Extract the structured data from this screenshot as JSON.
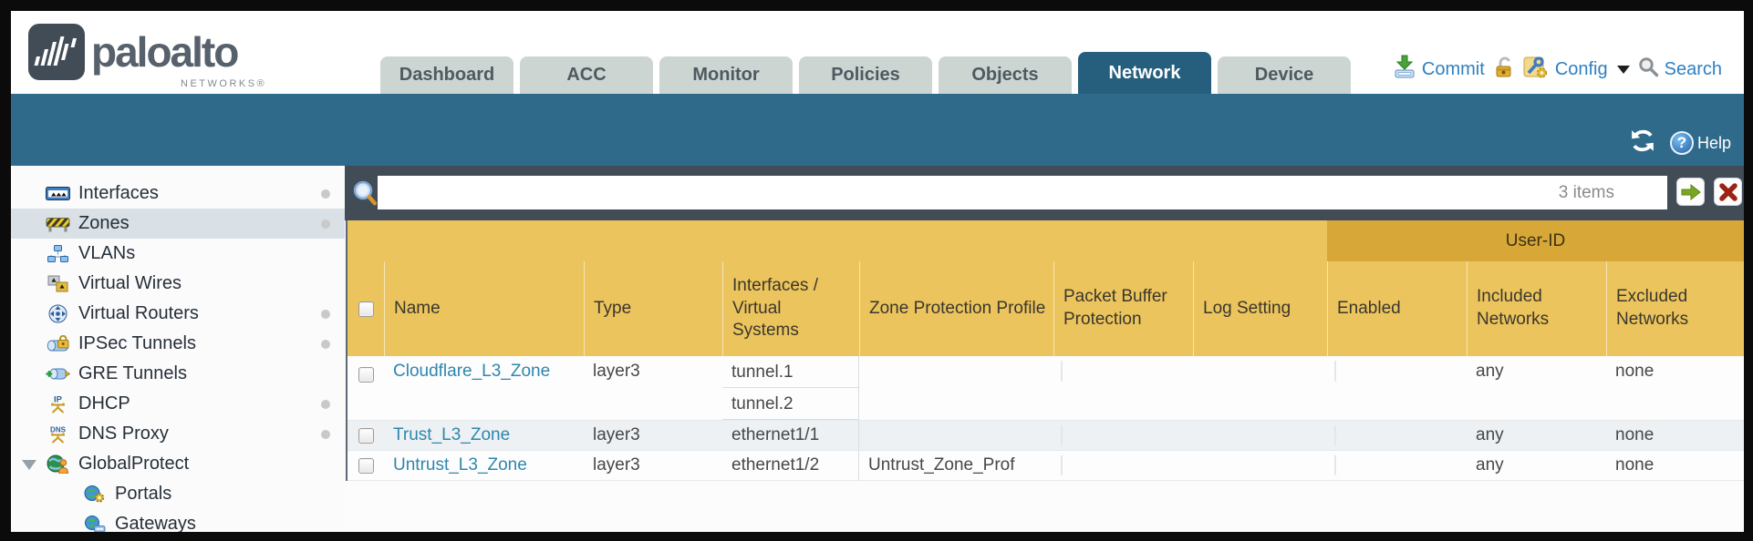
{
  "brand": {
    "name": "paloalto",
    "subtitle": "NETWORKS®"
  },
  "nav": {
    "active_tab": "Network",
    "tabs": [
      {
        "label": "Dashboard"
      },
      {
        "label": "ACC"
      },
      {
        "label": "Monitor"
      },
      {
        "label": "Policies"
      },
      {
        "label": "Objects"
      },
      {
        "label": "Network"
      },
      {
        "label": "Device"
      }
    ]
  },
  "toolbar": {
    "commit_label": "Commit",
    "config_label": "Config",
    "search_label": "Search"
  },
  "banner": {
    "help_label": "Help",
    "help_glyph": "?"
  },
  "sidebar": {
    "items": [
      {
        "label": "Interfaces",
        "icon": "interfaces-icon",
        "has_status_dot": true
      },
      {
        "label": "Zones",
        "icon": "zones-icon",
        "has_status_dot": true,
        "selected": true
      },
      {
        "label": "VLANs",
        "icon": "vlans-icon",
        "has_status_dot": false
      },
      {
        "label": "Virtual Wires",
        "icon": "virtual-wires-icon",
        "has_status_dot": false
      },
      {
        "label": "Virtual Routers",
        "icon": "virtual-routers-icon",
        "has_status_dot": true
      },
      {
        "label": "IPSec Tunnels",
        "icon": "ipsec-tunnels-icon",
        "has_status_dot": true
      },
      {
        "label": "GRE Tunnels",
        "icon": "gre-tunnels-icon",
        "has_status_dot": false
      },
      {
        "label": "DHCP",
        "icon": "dhcp-icon",
        "has_status_dot": true
      },
      {
        "label": "DNS Proxy",
        "icon": "dns-proxy-icon",
        "has_status_dot": true
      },
      {
        "label": "GlobalProtect",
        "icon": "globalprotect-icon",
        "has_status_dot": false,
        "expanded": true
      },
      {
        "label": "Portals",
        "icon": "portals-icon",
        "has_status_dot": false,
        "indent": true
      },
      {
        "label": "Gateways",
        "icon": "gateways-icon",
        "has_status_dot": false,
        "indent": true
      }
    ]
  },
  "filter_bar": {
    "value": "",
    "items_count": "3 items"
  },
  "table": {
    "group_headers": {
      "user_id": "User-ID"
    },
    "columns": [
      "Name",
      "Type",
      "Interfaces / Virtual Systems",
      "Zone Protection Profile",
      "Packet Buffer Protection",
      "Log Setting",
      "Enabled",
      "Included Networks",
      "Excluded Networks"
    ],
    "rows": [
      {
        "name": "Cloudflare_L3_Zone",
        "type": "layer3",
        "interfaces": [
          "tunnel.1",
          "tunnel.2"
        ],
        "zone_protection_profile": "",
        "log_setting": "",
        "included_networks": "any",
        "excluded_networks": "none"
      },
      {
        "name": "Trust_L3_Zone",
        "type": "layer3",
        "interfaces": [
          "ethernet1/1"
        ],
        "zone_protection_profile": "",
        "log_setting": "",
        "included_networks": "any",
        "excluded_networks": "none"
      },
      {
        "name": "Untrust_L3_Zone",
        "type": "layer3",
        "interfaces": [
          "ethernet1/2"
        ],
        "zone_protection_profile": "Untrust_Zone_Prof",
        "log_setting": "",
        "included_networks": "any",
        "excluded_networks": "none"
      }
    ]
  },
  "colors": {
    "teal_banner": "#306a8b",
    "active_tab": "#265f7e",
    "header_gold": "#ecc45d",
    "user_id_gold": "#d7a737",
    "slate_bar": "#414c57",
    "link_blue": "#2e86ad",
    "action_blue": "#2e80c2"
  }
}
